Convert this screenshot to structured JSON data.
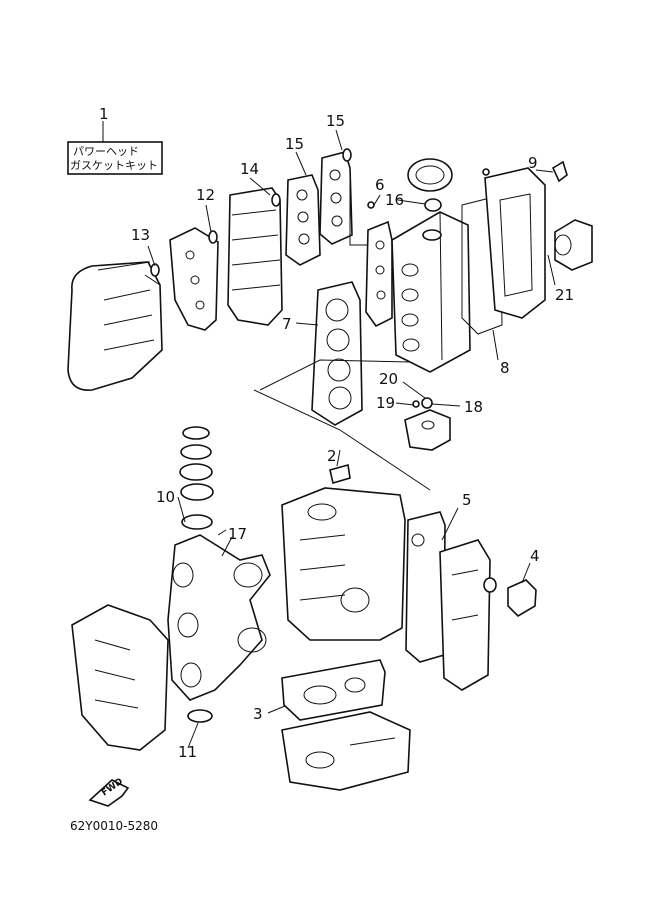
{
  "diagram": {
    "kit_label_line1": "パワーヘッド",
    "kit_label_line2": "ガスケットキット",
    "fwd_label": "FWD",
    "drawing_code": "62Y0010-5280",
    "callouts": [
      {
        "id": "c1",
        "text": "1"
      },
      {
        "id": "c2",
        "text": "2"
      },
      {
        "id": "c3",
        "text": "3"
      },
      {
        "id": "c4",
        "text": "4"
      },
      {
        "id": "c5",
        "text": "5"
      },
      {
        "id": "c6",
        "text": "6"
      },
      {
        "id": "c7",
        "text": "7"
      },
      {
        "id": "c8",
        "text": "8"
      },
      {
        "id": "c9",
        "text": "9"
      },
      {
        "id": "c10",
        "text": "10"
      },
      {
        "id": "c11",
        "text": "11"
      },
      {
        "id": "c12",
        "text": "12"
      },
      {
        "id": "c13",
        "text": "13"
      },
      {
        "id": "c14",
        "text": "14"
      },
      {
        "id": "c15a",
        "text": "15"
      },
      {
        "id": "c15b",
        "text": "15"
      },
      {
        "id": "c16",
        "text": "16"
      },
      {
        "id": "c17",
        "text": "17"
      },
      {
        "id": "c18",
        "text": "18"
      },
      {
        "id": "c19",
        "text": "19"
      },
      {
        "id": "c20",
        "text": "20"
      },
      {
        "id": "c21",
        "text": "21"
      }
    ]
  }
}
